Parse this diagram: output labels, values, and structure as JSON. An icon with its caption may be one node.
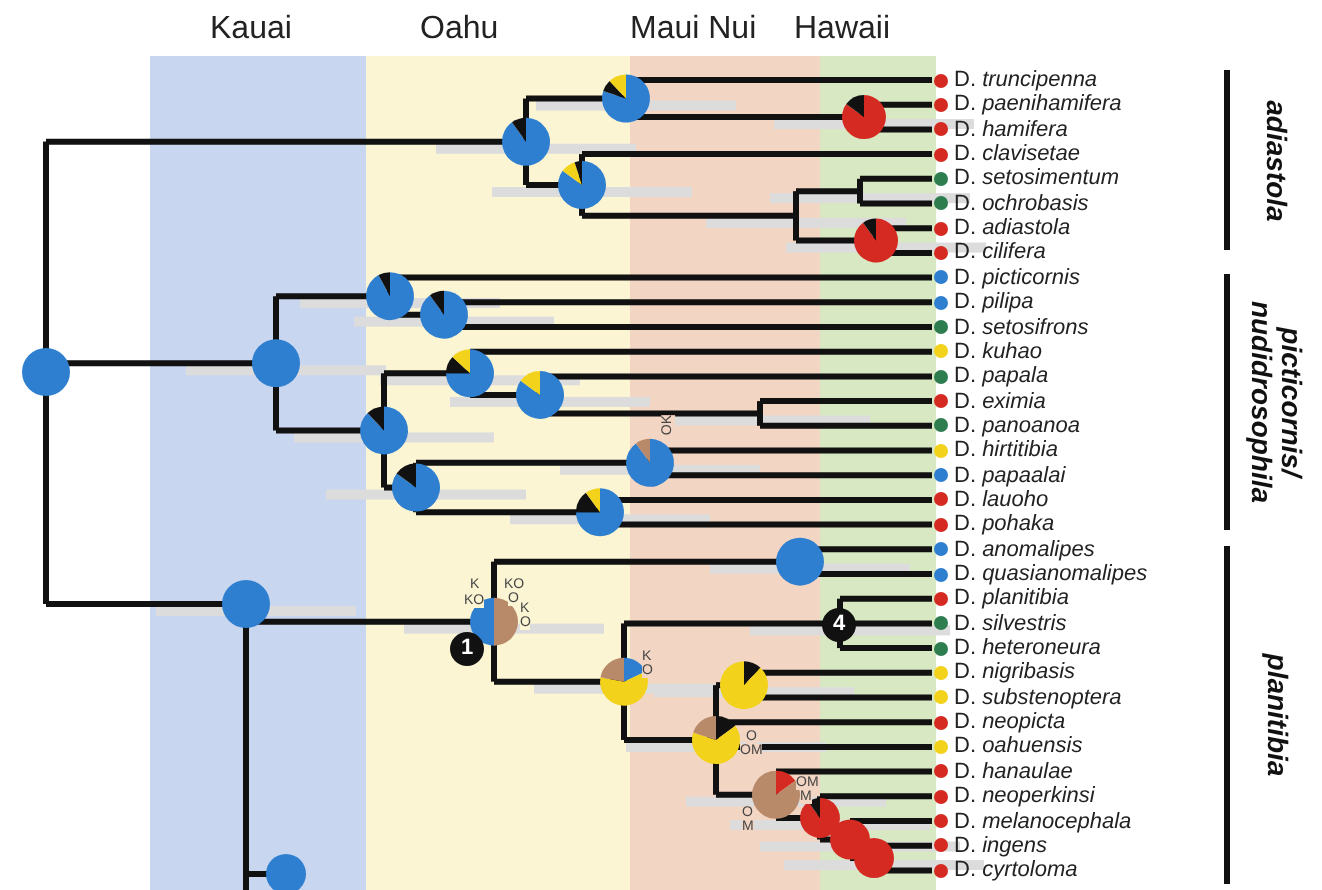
{
  "diagram": {
    "labels": [
      "Kauai",
      "Oahu",
      "Maui Nui",
      "Hawaii",
      "D. *truncipenna*",
      "D. *paenihamifera*",
      "D. *hamifera*",
      "D. *clavisetae*",
      "D. *setosimentum*",
      "D. *ochrobasis*",
      "D. *adiastola*",
      "D. *cilifera*",
      "D. *picticornis*",
      "D. *pilipa*",
      "D. *setosifrons*",
      "D. *kuhao*",
      "D. *papala*",
      "D. *eximia*",
      "D. *panoanoa*",
      "D. *hirtitibia*",
      "D. *papaalai*",
      "D. *lauoho*",
      "D. *pohaka*",
      "D. *anomalipes*",
      "D. *quasianomalipes*",
      "D. *planitibia*",
      "D. *silvestris*",
      "D. *heteroneura*",
      "D. *nigribasis*",
      "D. *substenoptera*",
      "D. *neopicta*",
      "D. *oahuensis*",
      "D. *hanaulae*",
      "D. *neoperkinsi*",
      "D. *melanocephala*",
      "D. *ingens*",
      "D. *cyrtoloma*",
      "adiastola",
      "picticornis/ nudidrosophila",
      "planitibia",
      "1",
      "4",
      "OK",
      "K",
      "KO",
      "KO",
      "O",
      "K",
      "O",
      "K",
      "O",
      "O",
      "OM",
      "OM",
      "M",
      "O",
      "M"
    ]
  }
}
